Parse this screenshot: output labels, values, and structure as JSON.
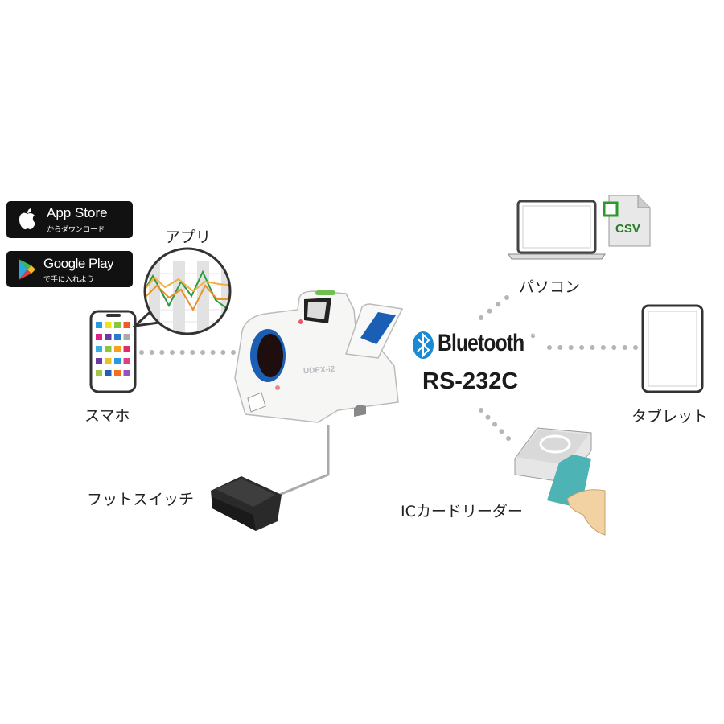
{
  "badges": {
    "app_store": {
      "title": "App Store",
      "subtitle": "からダウンロード"
    },
    "google_play": {
      "title": "Google Play",
      "subtitle": "で手に入れよう"
    }
  },
  "labels": {
    "app": "アプリ",
    "smartphone": "スマホ",
    "pc": "パソコン",
    "tablet": "タブレット",
    "ic_card_reader": "ICカードリーダー",
    "foot_switch": "フットスイッチ"
  },
  "connectivity": {
    "bluetooth": "Bluetooth",
    "registered": "®",
    "serial": "RS-232C"
  },
  "device": {
    "model": "UDEX-i2"
  },
  "file": {
    "format": "CSV"
  },
  "colors": {
    "bluetooth_blue": "#1a8ad4",
    "device_blue": "#1a5fb4",
    "chart_green": "#2e9a3e",
    "chart_orange": "#f0a030",
    "dots": "#b5b5b5"
  }
}
